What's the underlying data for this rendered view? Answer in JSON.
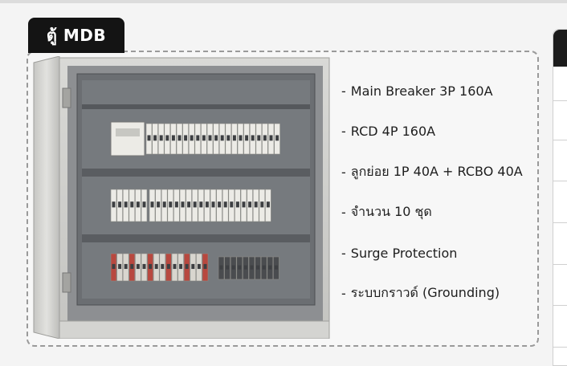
{
  "header": {
    "tag_label": "ตู้ MDB"
  },
  "features": [
    {
      "bullet": "-",
      "text": "Main Breaker 3P 160A"
    },
    {
      "bullet": "-",
      "text": "RCD 4P 160A"
    },
    {
      "bullet": "-",
      "text": "ลูกย่อย 1P 40A + RCBO 40A"
    },
    {
      "bullet": "-",
      "text": "จำนวน 10 ชุด"
    },
    {
      "bullet": "-",
      "text": "Surge Protection"
    },
    {
      "bullet": "-",
      "text": "ระบบกราวด์ (Grounding)"
    }
  ],
  "colors": {
    "tag_background": "#141414",
    "card_border": "#9a9a9a",
    "cabinet_body": "#cfcfcd",
    "panel_interior": "#6b6e72",
    "breaker_white": "#ecebe6"
  },
  "illustration": {
    "icon": "mdb-cabinet-photo"
  }
}
